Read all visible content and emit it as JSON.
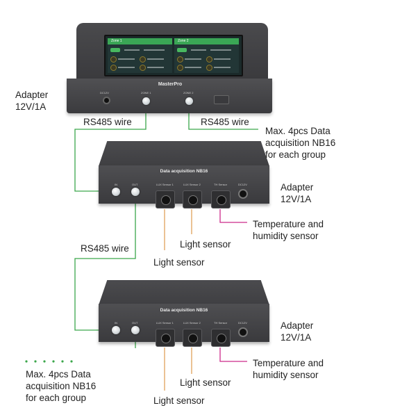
{
  "master": {
    "brand": "MasterPro",
    "zone1_header": "Zone 1",
    "zone2_header": "Zone 2",
    "port_power": "DC12V",
    "port_zone1": "ZONE 1",
    "port_zone2": "ZONE 2"
  },
  "labels": {
    "adapter_master_line1": "Adapter",
    "adapter_master_line2": "12V/1A",
    "rs485_left": "RS485 wire",
    "rs485_right": "RS485 wire",
    "max_right_line1": "Max. 4pcs Data",
    "max_right_line2": "acquisition NB16",
    "max_right_line3": "for each group",
    "rs485_middle": "RS485 wire",
    "max_left_line1": "Max. 4pcs Data",
    "max_left_line2": "acquisition NB16",
    "max_left_line3": "for each group"
  },
  "units": [
    {
      "title": "Data acquisition NB16",
      "port_in": "IN",
      "port_out": "OUT",
      "port_light1": "LUX Sensor 1",
      "port_light2": "LUX Sensor 2",
      "port_th": "TH Sensor",
      "port_dc": "DC12V",
      "adapter_line1": "Adapter",
      "adapter_line2": "12V/1A",
      "temp_line1": "Temperature and",
      "temp_line2": "humidity sensor",
      "light_a": "Light sensor",
      "light_b": "Light sensor"
    },
    {
      "title": "Data acquisition NB16",
      "port_in": "IN",
      "port_out": "OUT",
      "port_light1": "LUX Sensor 1",
      "port_light2": "LUX Sensor 2",
      "port_th": "TH Sensor",
      "port_dc": "DC12V",
      "adapter_line1": "Adapter",
      "adapter_line2": "12V/1A",
      "temp_line1": "Temperature and",
      "temp_line2": "humidity sensor",
      "light_a": "Light sensor",
      "light_b": "Light sensor"
    }
  ],
  "colors": {
    "rs485_wire": "#3aa64a",
    "light_sensor_wire": "#e0a25a",
    "th_sensor_wire": "#cc2a8a",
    "device_body": "#404043"
  }
}
